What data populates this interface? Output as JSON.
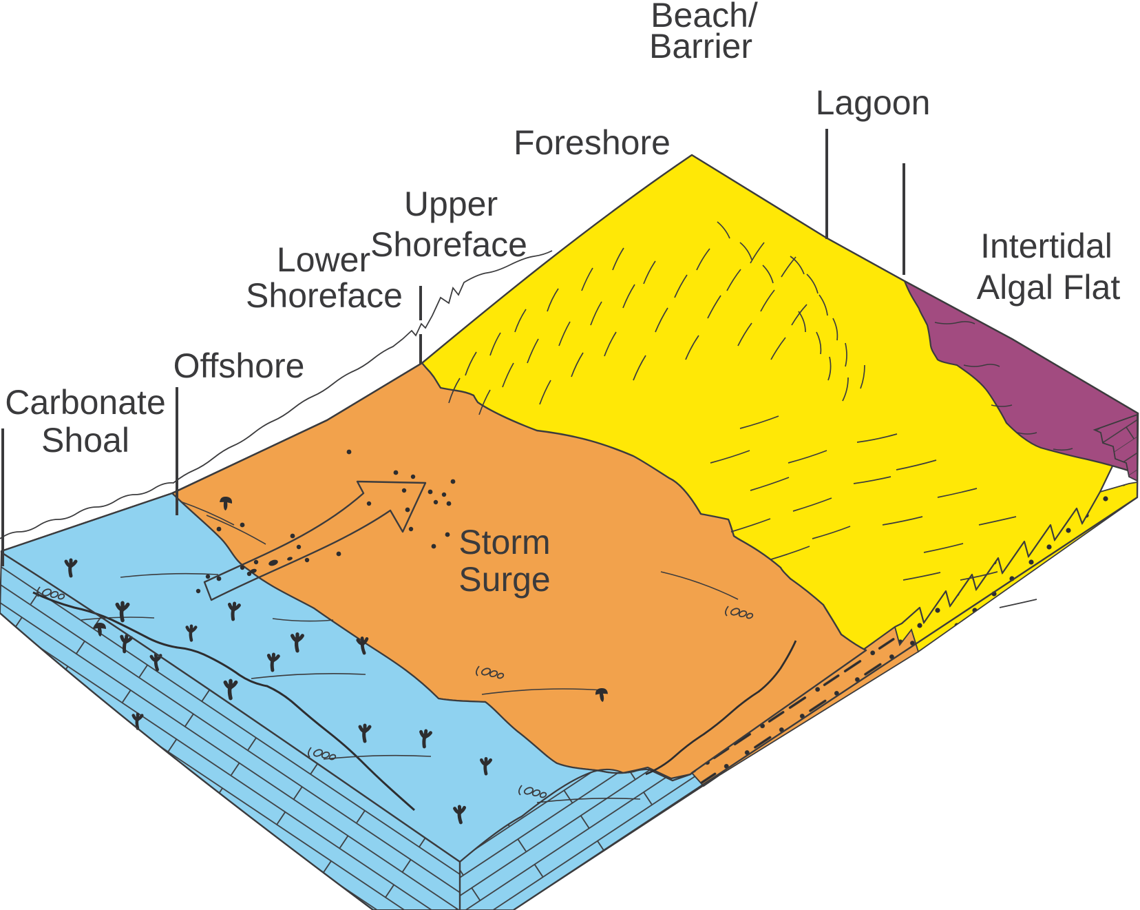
{
  "diagram": {
    "type": "geological-block-diagram",
    "subject": "Carbonate-siliciclastic shoreline depositional environments block model with storm surge",
    "labels": {
      "carbonate_shoal_1": "Carbonate",
      "carbonate_shoal_2": "Shoal",
      "offshore": "Offshore",
      "lower_shoreface_1": "Lower",
      "lower_shoreface_2": "Shoreface",
      "upper_shoreface_1": "Upper",
      "upper_shoreface_2": "Shoreface",
      "foreshore": "Foreshore",
      "beach_barrier_1": "Beach/",
      "beach_barrier_2": "Barrier",
      "lagoon": "Lagoon",
      "intertidal_algal_flat_1": "Intertidal",
      "intertidal_algal_flat_2": "Algal Flat",
      "storm_surge_1": "Storm",
      "storm_surge_2": "Surge"
    },
    "regions": [
      {
        "name": "carbonate-shoal-offshore",
        "color": "#8fd2f0",
        "pattern": "limestone-bricks"
      },
      {
        "name": "storm-surge-shoreface",
        "color": "#f2a24c",
        "pattern": "dash-dot-sand"
      },
      {
        "name": "beach-barrier-foreshore-lagoon",
        "color": "#ffe806",
        "pattern": "stippled-sand"
      },
      {
        "name": "intertidal-algal-flat",
        "color": "#a24b80",
        "pattern": "algal-bricks"
      }
    ],
    "colors": {
      "background": "#ffffff",
      "line": "#3a3a3c",
      "text": "#3a3a3c",
      "blue": "#8fd2f0",
      "orange": "#f2a24c",
      "yellow": "#ffe806",
      "purple": "#a24b80"
    },
    "symbols": [
      {
        "name": "coral-icon",
        "meaning": "corals / bioherms on carbonate shoal"
      },
      {
        "name": "burrow-spiral-icon",
        "meaning": "burrow / gastropod trace"
      },
      {
        "name": "mushroom-coral-icon",
        "meaning": "isolated coral head"
      },
      {
        "name": "sediment-dots",
        "meaning": "transported sand grains along storm surge path"
      },
      {
        "name": "storm-surge-arrow",
        "meaning": "direction of storm surge transport"
      }
    ]
  }
}
